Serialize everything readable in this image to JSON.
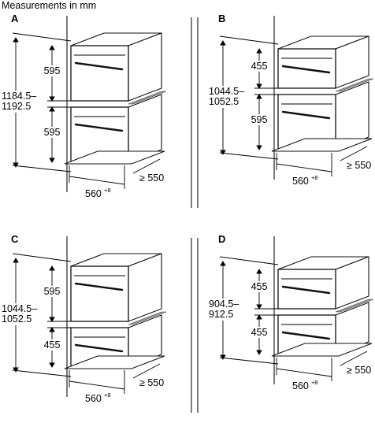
{
  "title": "Measurements in mm",
  "panels": [
    {
      "letter": "A",
      "overall": [
        "1184.5–",
        "1192.5"
      ],
      "upper": "595",
      "lower": "595",
      "width": "560",
      "width_sup": "+8",
      "depth": "≥ 550"
    },
    {
      "letter": "B",
      "overall": [
        "1044.5–",
        "1052.5"
      ],
      "upper": "455",
      "lower": "595",
      "width": "560",
      "width_sup": "+8",
      "depth": "≥ 550"
    },
    {
      "letter": "C",
      "overall": [
        "1044.5–",
        "1052.5"
      ],
      "upper": "595",
      "lower": "455",
      "width": "560",
      "width_sup": "+8",
      "depth": "≥ 550"
    },
    {
      "letter": "D",
      "overall": [
        "904.5–",
        "912.5"
      ],
      "upper": "455",
      "lower": "455",
      "width": "560",
      "width_sup": "+8",
      "depth": "≥ 550"
    }
  ]
}
